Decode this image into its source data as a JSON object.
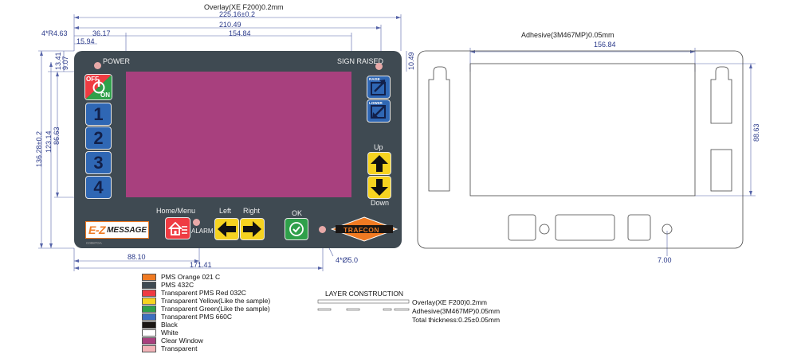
{
  "overlay": {
    "title": "Overlay(XE F200)0.2mm",
    "dims": {
      "total_width": "225.16±0.2",
      "inner_width": "210.49",
      "offset_left": "36.17",
      "window_width": "154.84",
      "small_offset": "15.94",
      "corner_radius": "4*R4.63",
      "top_a": "13.41",
      "top_b": "9.07",
      "top_right": "10.49",
      "total_height": "136.28±0.2",
      "inner_height": "123.14",
      "window_height": "86.63",
      "bottom_a": "88.10",
      "bottom_b": "171.41",
      "hole": "4*Ø5.0"
    },
    "labels": {
      "power": "POWER",
      "sign_raised": "SIGN RAISED",
      "off": "OFF",
      "on": "ON",
      "raise": "RAISE",
      "lower": "LOWER",
      "up": "Up",
      "down": "Down",
      "home_menu": "Home/Menu",
      "alarm": "ALARM",
      "left": "Left",
      "right": "Right",
      "ok": "OK",
      "logo_ez": "E-Z",
      "logo_message": "MESSAGE",
      "brand": "TRAFCON",
      "part_code": "C0087OA"
    },
    "number_buttons": [
      "1",
      "2",
      "3",
      "4"
    ]
  },
  "adhesive": {
    "title": "Adhesive(3M467MP)0.05mm",
    "dims": {
      "width": "156.84",
      "height": "88.63",
      "hole": "7.00"
    }
  },
  "legend": [
    {
      "label": "PMS Orange 021 C",
      "color": "#f07a22"
    },
    {
      "label": "PMS 432C",
      "color": "#3f4a52"
    },
    {
      "label": "Transparent PMS Red 032C",
      "color": "#ef3b42"
    },
    {
      "label": "Transparent Yellow(Like the sample)",
      "color": "#f6d320"
    },
    {
      "label": "Transparent Green(Like the sample)",
      "color": "#2fa04a"
    },
    {
      "label": "Transparent PMS 660C",
      "color": "#3d6fc0"
    },
    {
      "label": "Black",
      "color": "#1a1614"
    },
    {
      "label": "White",
      "color": "#ffffff"
    },
    {
      "label": "Clear Window",
      "color": "#a8407e"
    },
    {
      "label": "Transparent",
      "color": "#f2b3b8"
    }
  ],
  "layer": {
    "title": "LAYER   CONSTRUCTION",
    "overlay": "Overlay(XE F200)0.2mm",
    "adhesive": "Adhesive(3M467MP)0.05mm",
    "total": "Total thickness:0.25±0.05mm"
  },
  "colors": {
    "panel": "#3f4a52",
    "window": "#a8407e",
    "blue": "#2f67b4",
    "yellow": "#f6d320",
    "green": "#2fa04a",
    "red": "#ef3b42",
    "dimension": "#2b3a8a",
    "led": "#e8a9a8"
  }
}
